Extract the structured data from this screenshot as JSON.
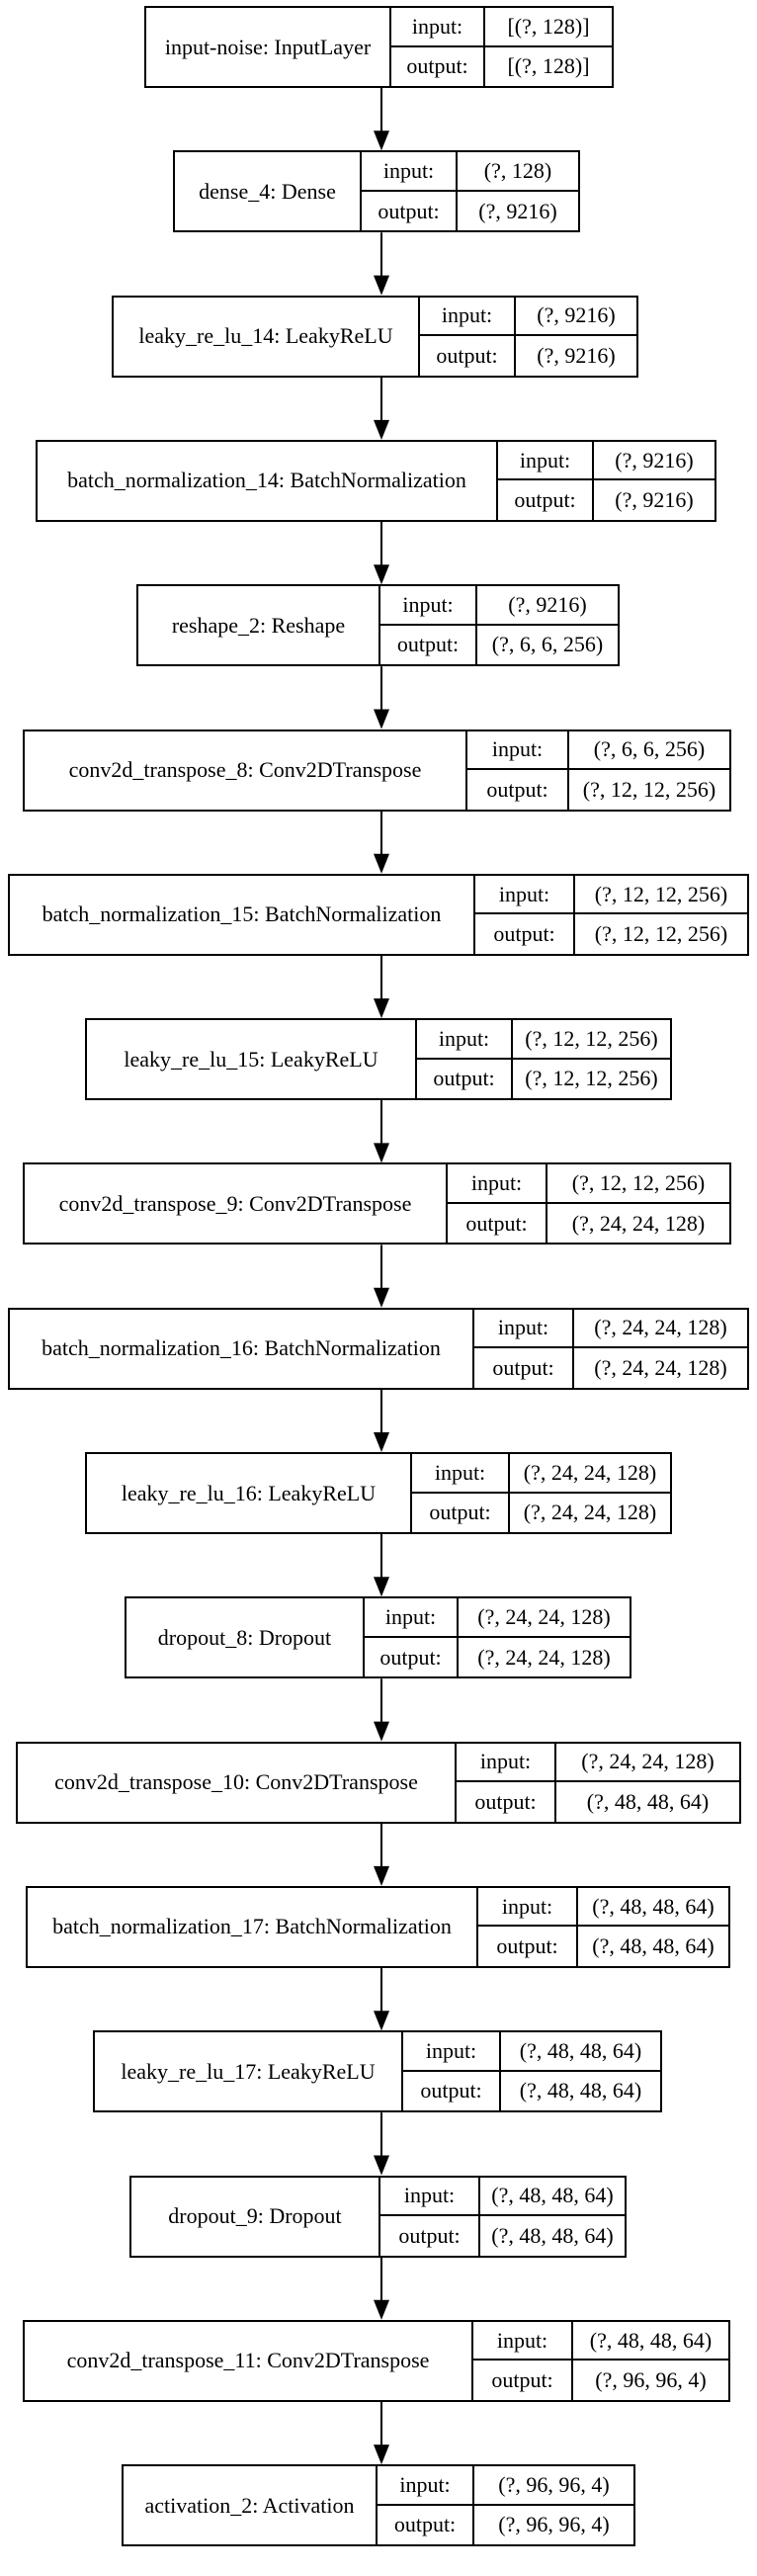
{
  "diagram": {
    "io_labels": {
      "input": "input:",
      "output": "output:"
    },
    "layers": [
      {
        "name": "input-noise: InputLayer",
        "input": "[(?, 128)]",
        "output": "[(?, 128)]"
      },
      {
        "name": "dense_4: Dense",
        "input": "(?, 128)",
        "output": "(?, 9216)"
      },
      {
        "name": "leaky_re_lu_14: LeakyReLU",
        "input": "(?, 9216)",
        "output": "(?, 9216)"
      },
      {
        "name": "batch_normalization_14: BatchNormalization",
        "input": "(?, 9216)",
        "output": "(?, 9216)"
      },
      {
        "name": "reshape_2: Reshape",
        "input": "(?, 9216)",
        "output": "(?, 6, 6, 256)"
      },
      {
        "name": "conv2d_transpose_8: Conv2DTranspose",
        "input": "(?, 6, 6, 256)",
        "output": "(?, 12, 12, 256)"
      },
      {
        "name": "batch_normalization_15: BatchNormalization",
        "input": "(?, 12, 12, 256)",
        "output": "(?, 12, 12, 256)"
      },
      {
        "name": "leaky_re_lu_15: LeakyReLU",
        "input": "(?, 12, 12, 256)",
        "output": "(?, 12, 12, 256)"
      },
      {
        "name": "conv2d_transpose_9: Conv2DTranspose",
        "input": "(?, 12, 12, 256)",
        "output": "(?, 24, 24, 128)"
      },
      {
        "name": "batch_normalization_16: BatchNormalization",
        "input": "(?, 24, 24, 128)",
        "output": "(?, 24, 24, 128)"
      },
      {
        "name": "leaky_re_lu_16: LeakyReLU",
        "input": "(?, 24, 24, 128)",
        "output": "(?, 24, 24, 128)"
      },
      {
        "name": "dropout_8: Dropout",
        "input": "(?, 24, 24, 128)",
        "output": "(?, 24, 24, 128)"
      },
      {
        "name": "conv2d_transpose_10: Conv2DTranspose",
        "input": "(?, 24, 24, 128)",
        "output": "(?, 48, 48, 64)"
      },
      {
        "name": "batch_normalization_17: BatchNormalization",
        "input": "(?, 48, 48, 64)",
        "output": "(?, 48, 48, 64)"
      },
      {
        "name": "leaky_re_lu_17: LeakyReLU",
        "input": "(?, 48, 48, 64)",
        "output": "(?, 48, 48, 64)"
      },
      {
        "name": "dropout_9: Dropout",
        "input": "(?, 48, 48, 64)",
        "output": "(?, 48, 48, 64)"
      },
      {
        "name": "conv2d_transpose_11: Conv2DTranspose",
        "input": "(?, 48, 48, 64)",
        "output": "(?, 96, 96, 4)"
      },
      {
        "name": "activation_2: Activation",
        "input": "(?, 96, 96, 4)",
        "output": "(?, 96, 96, 4)"
      }
    ]
  }
}
